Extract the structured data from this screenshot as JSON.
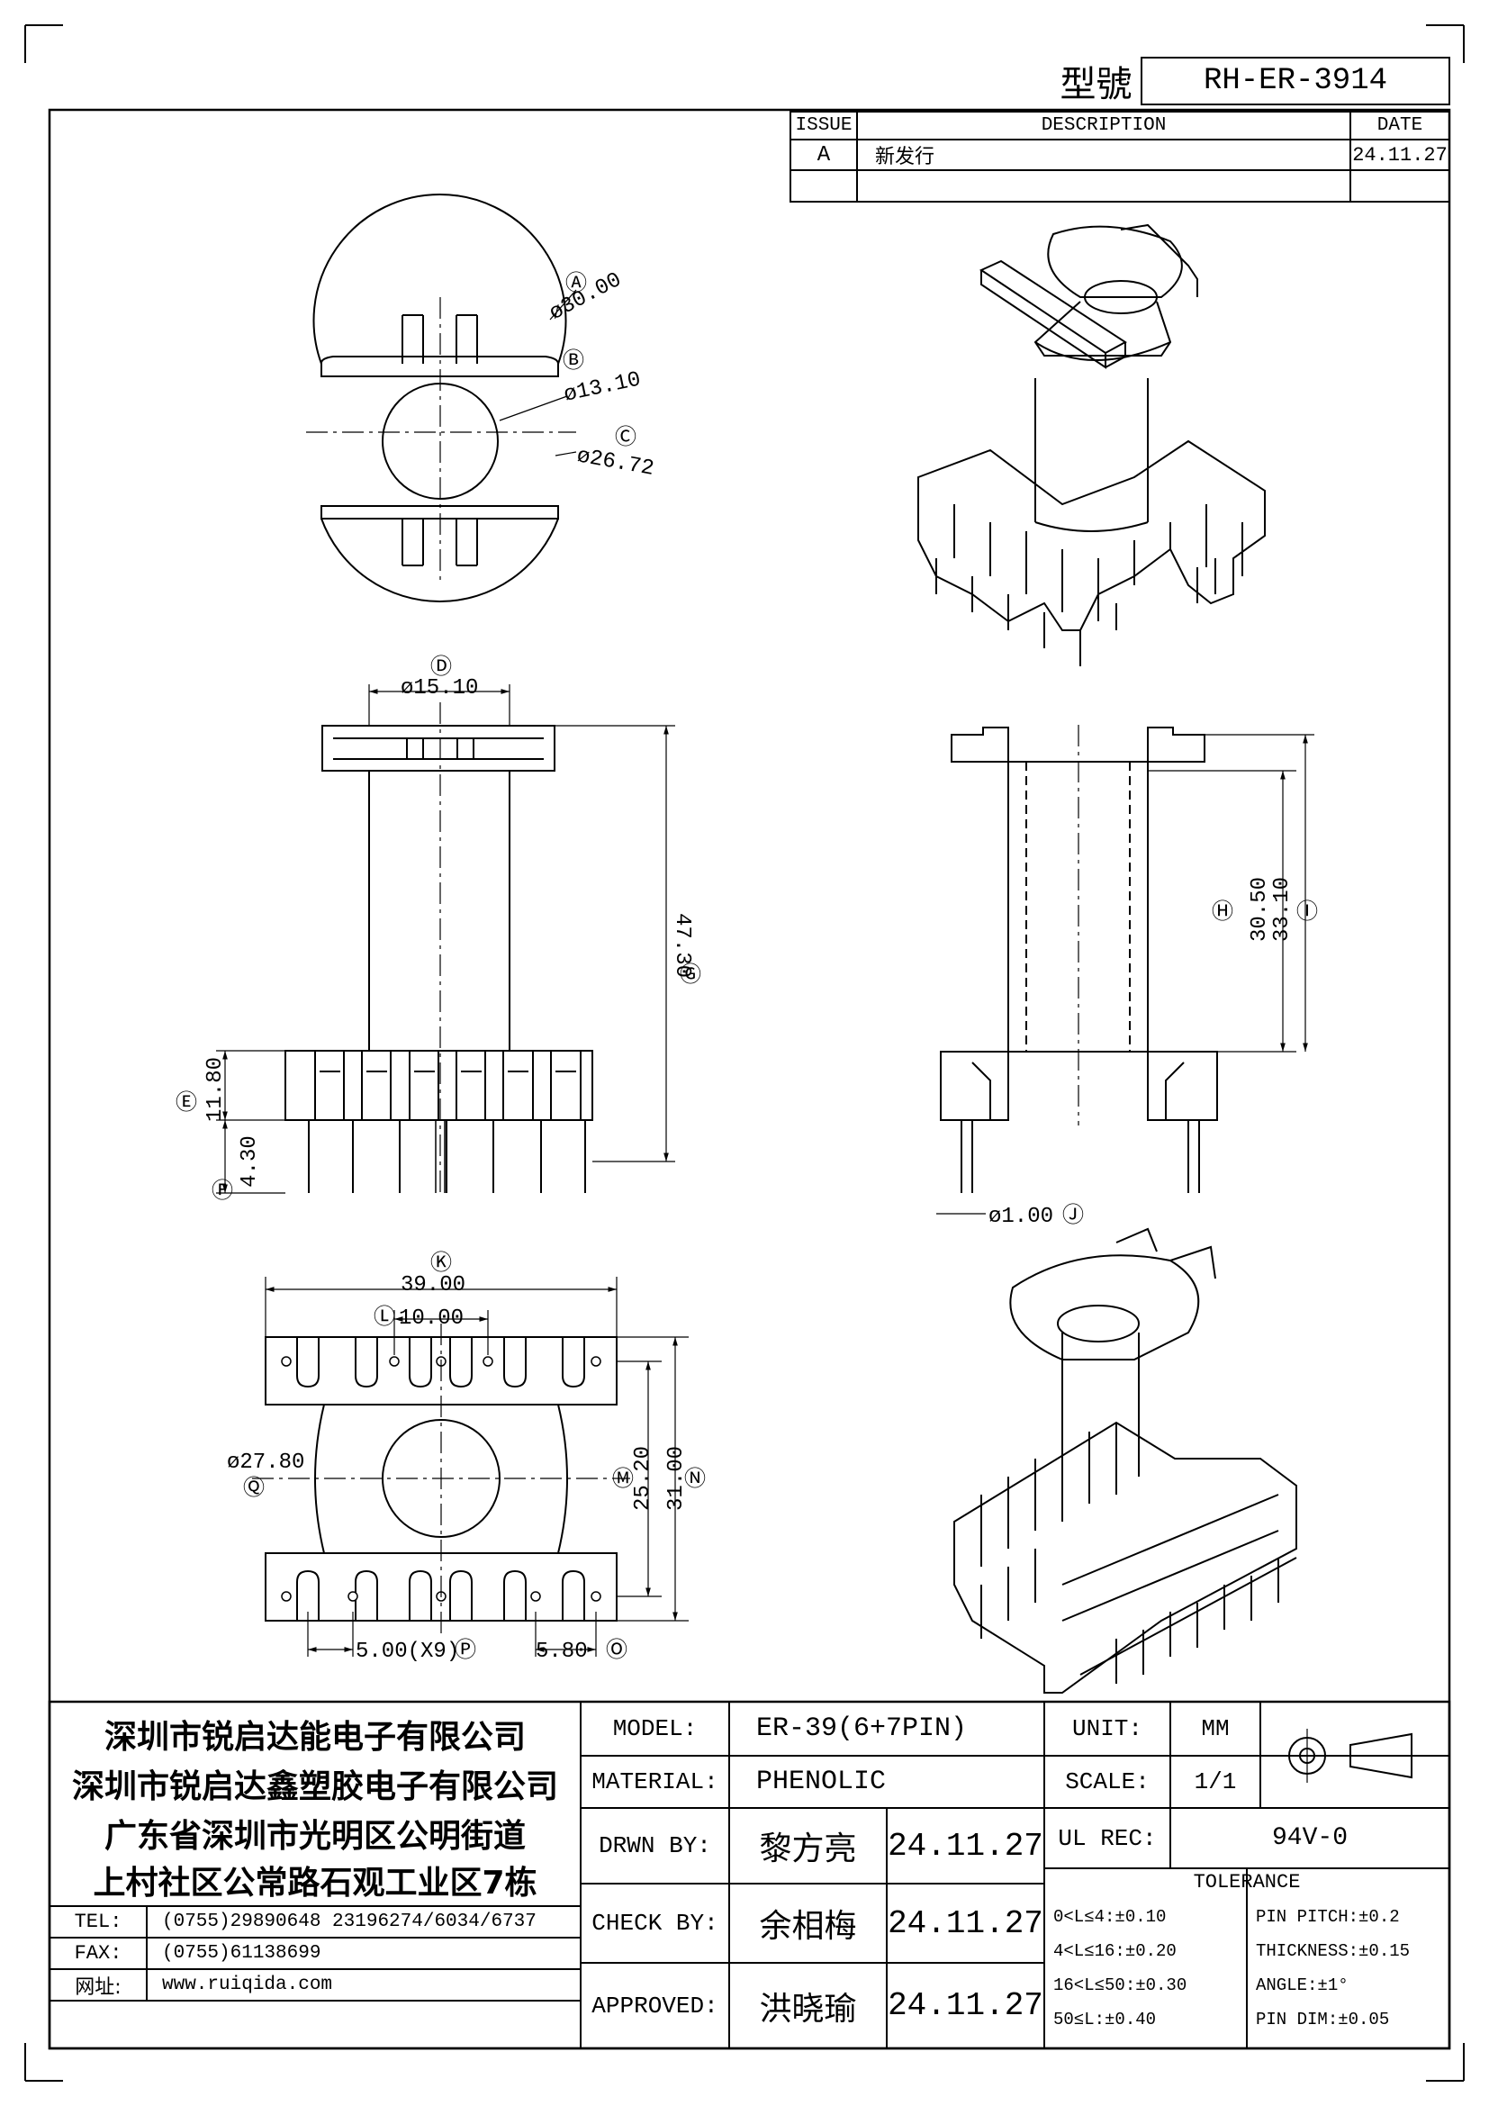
{
  "header": {
    "model_label": "型號",
    "model_no": "RH-ER-3914"
  },
  "revision": {
    "cols": [
      "ISSUE",
      "DESCRIPTION",
      "DATE"
    ],
    "rows": [
      {
        "issue": "A",
        "description": "新发行",
        "date": "24.11.27"
      }
    ]
  },
  "dims": {
    "A": "ø30.00",
    "B": "ø13.10",
    "C": "ø26.72",
    "D": "ø15.10",
    "G": "47.30",
    "E": "11.80",
    "F": "4.30",
    "H": "30.50",
    "I": "33.10",
    "J": "ø1.00",
    "K": "39.00",
    "L": "10.00",
    "Q": "ø27.80",
    "M": "25.20",
    "N": "31.00",
    "P": "5.00(X9)",
    "O": "5.80",
    "markers": {
      "A": "Ⓐ",
      "B": "Ⓑ",
      "C": "Ⓒ",
      "D": "Ⓓ",
      "E": "Ⓔ",
      "F": "Ⓕ",
      "G": "Ⓖ",
      "H": "Ⓗ",
      "I": "Ⓘ",
      "J": "Ⓙ",
      "K": "Ⓚ",
      "L": "Ⓛ",
      "M": "Ⓜ",
      "N": "Ⓝ",
      "O": "Ⓞ",
      "P": "Ⓟ",
      "Q": "Ⓠ"
    }
  },
  "company": {
    "lines": [
      "深圳市锐启达能电子有限公司",
      "深圳市锐启达鑫塑胶电子有限公司",
      "广东省深圳市光明区公明街道",
      "上村社区公常路石观工业区7栋"
    ],
    "tel_label": "TEL:",
    "tel": "(0755)29890648   23196274/6034/6737",
    "fax_label": "FAX:",
    "fax": "(0755)61138699",
    "web_label": "网址:",
    "web": "www.ruiqida.com"
  },
  "spec": {
    "model_label": "MODEL:",
    "model": "ER-39(6+7PIN)",
    "material_label": "MATERIAL:",
    "material": "PHENOLIC",
    "drawn_label": "DRWN BY:",
    "drawn_name": "黎方亮",
    "drawn_date": "24.11.27",
    "check_label": "CHECK BY:",
    "check_name": "余相梅",
    "check_date": "24.11.27",
    "approved_label": "APPROVED:",
    "approved_name": "洪晓瑜",
    "approved_date": "24.11.27",
    "unit_label": "UNIT:",
    "unit": "MM",
    "scale_label": "SCALE:",
    "scale": "1/1",
    "ul_label": "UL REC:",
    "ul": "94V-0"
  },
  "tolerance": {
    "title": "TOLERANCE",
    "left": [
      "0<L≤4:±0.10",
      "4<L≤16:±0.20",
      "16<L≤50:±0.30",
      "50≤L:±0.40"
    ],
    "right": [
      "PIN PITCH:±0.2",
      "THICKNESS:±0.15",
      "ANGLE:±1°",
      "PIN DIM:±0.05"
    ]
  }
}
